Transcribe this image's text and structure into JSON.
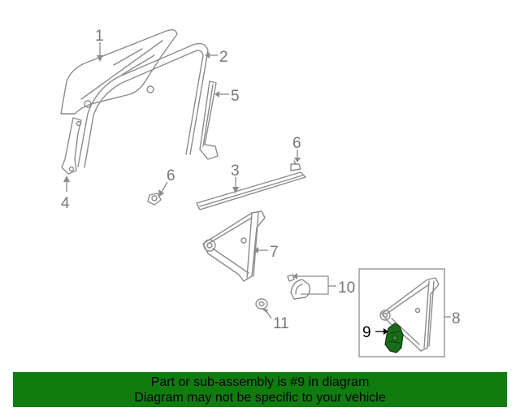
{
  "callouts": [
    "1",
    "2",
    "3",
    "4",
    "5",
    "6",
    "6",
    "7",
    "8",
    "9",
    "10",
    "11"
  ],
  "highlight_color": "#1a6b1a",
  "banner": {
    "line1": "Part or sub-assembly is #9 in diagram",
    "line2": "Diagram may not be specific to your vehicle",
    "background": "#107c10"
  }
}
